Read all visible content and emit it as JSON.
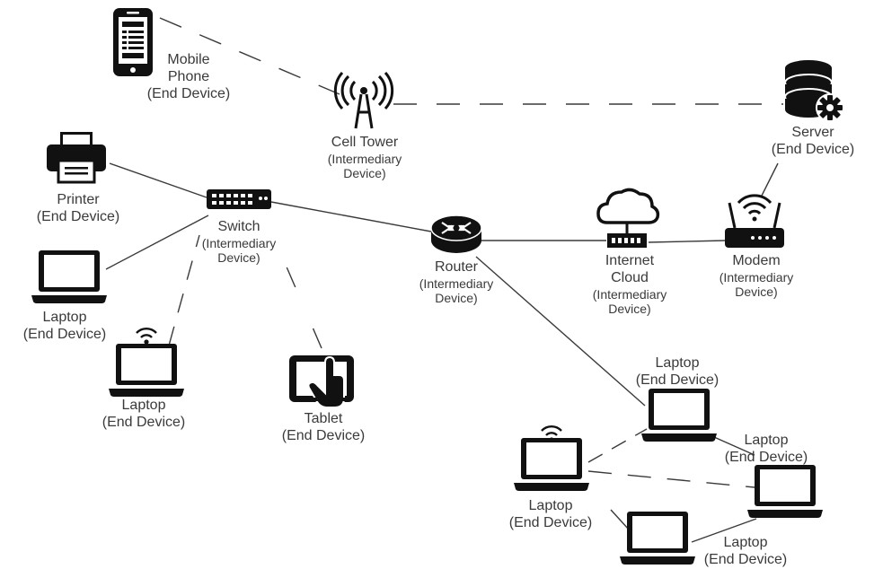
{
  "nodes": {
    "mobile": {
      "name_lines": [
        "Mobile",
        "Phone"
      ],
      "role_lines": [
        "(End Device)"
      ]
    },
    "cell_tower": {
      "name_lines": [
        "Cell Tower"
      ],
      "role_lines": [
        "(Intermediary",
        "Device)"
      ]
    },
    "server": {
      "name_lines": [
        "Server"
      ],
      "role_lines": [
        "(End Device)"
      ]
    },
    "printer": {
      "name_lines": [
        "Printer"
      ],
      "role_lines": [
        "(End Device)"
      ]
    },
    "switch": {
      "name_lines": [
        "Switch"
      ],
      "role_lines": [
        "(Intermediary",
        "Device)"
      ]
    },
    "router": {
      "name_lines": [
        "Router"
      ],
      "role_lines": [
        "(Intermediary",
        "Device)"
      ]
    },
    "internet_cloud": {
      "name_lines": [
        "Internet",
        "Cloud"
      ],
      "role_lines": [
        "(Intermediary",
        "Device)"
      ]
    },
    "modem": {
      "name_lines": [
        "Modem"
      ],
      "role_lines": [
        "(Intermediary",
        "Device)"
      ]
    },
    "laptop_left": {
      "name_lines": [
        "Laptop"
      ],
      "role_lines": [
        "(End Device)"
      ]
    },
    "laptop_wifi_left": {
      "name_lines": [
        "Laptop"
      ],
      "role_lines": [
        "(End Device)"
      ]
    },
    "tablet": {
      "name_lines": [
        "Tablet"
      ],
      "role_lines": [
        "(End Device)"
      ]
    },
    "laptop_router": {
      "name_lines": [
        "Laptop"
      ],
      "role_lines": [
        "(End Device)"
      ]
    },
    "laptop_right": {
      "name_lines": [
        "Laptop"
      ],
      "role_lines": [
        "(End Device)"
      ]
    },
    "laptop_wifi_bottom": {
      "name_lines": [
        "Laptop"
      ],
      "role_lines": [
        "(End Device)"
      ]
    },
    "laptop_bottom": {
      "name_lines": [
        "Laptop"
      ],
      "role_lines": [
        "(End Device)"
      ]
    }
  },
  "links": [
    {
      "from": "mobile",
      "to": "cell_tower",
      "style": "wireless"
    },
    {
      "from": "cell_tower",
      "to": "server",
      "style": "wireless"
    },
    {
      "from": "printer",
      "to": "switch",
      "style": "wired"
    },
    {
      "from": "laptop_left",
      "to": "switch",
      "style": "wired"
    },
    {
      "from": "laptop_wifi_left",
      "to": "switch",
      "style": "wireless"
    },
    {
      "from": "tablet",
      "to": "switch",
      "style": "wireless"
    },
    {
      "from": "switch",
      "to": "router",
      "style": "wired"
    },
    {
      "from": "router",
      "to": "internet_cloud",
      "style": "wired"
    },
    {
      "from": "internet_cloud",
      "to": "modem",
      "style": "wired"
    },
    {
      "from": "modem",
      "to": "server",
      "style": "wired"
    },
    {
      "from": "router",
      "to": "laptop_router",
      "style": "wired"
    },
    {
      "from": "laptop_router",
      "to": "laptop_right",
      "style": "wired"
    },
    {
      "from": "laptop_wifi_bottom",
      "to": "laptop_router",
      "style": "wireless"
    },
    {
      "from": "laptop_wifi_bottom",
      "to": "laptop_right",
      "style": "wireless"
    },
    {
      "from": "laptop_wifi_bottom",
      "to": "laptop_bottom",
      "style": "wired"
    },
    {
      "from": "laptop_bottom",
      "to": "laptop_right",
      "style": "wired"
    }
  ],
  "colors": {
    "icon": "#111111",
    "line": "#3a3a3a",
    "text": "#3a3a3a"
  },
  "icons": {
    "mobile": "smartphone-icon",
    "cell_tower": "cell-tower-icon",
    "server": "database-server-icon",
    "printer": "printer-icon",
    "switch": "network-switch-icon",
    "router": "router-icon",
    "internet_cloud": "cloud-icon",
    "modem": "wifi-modem-icon",
    "laptop": "laptop-icon",
    "tablet": "tablet-touch-icon",
    "wifi": "wifi-signal-icon"
  }
}
